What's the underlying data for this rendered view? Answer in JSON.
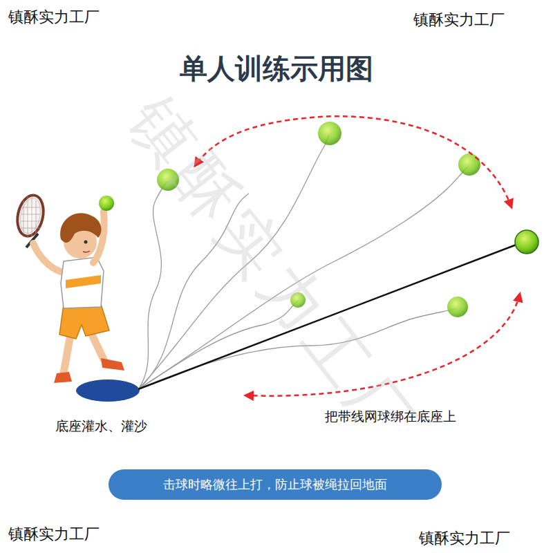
{
  "diagram": {
    "title": "单人训练示用图",
    "nodes": [
      {
        "text": [
          "击球时略微往上打，防止球被绳拉回地面"
        ]
      }
    ],
    "edges": [],
    "labels": [
      "镇酥实力工厂",
      "镇酥实力工厂",
      "镇酥实力工厂",
      "镇酥实力工厂",
      "镇酥实力工厂",
      "底座灌水、灌沙",
      "把带线网球绑在底座上"
    ]
  }
}
